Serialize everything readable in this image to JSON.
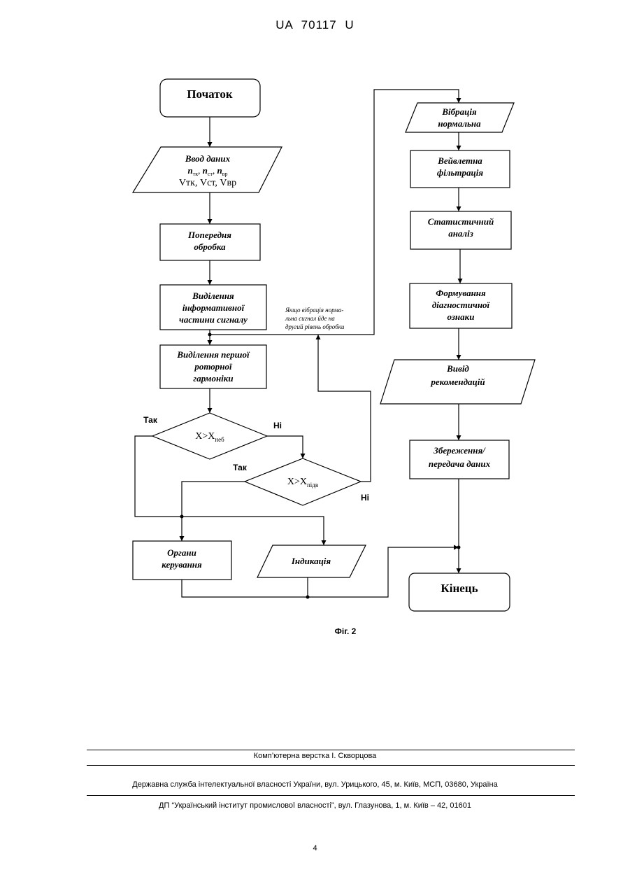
{
  "header": {
    "doc_number": "UA   70117   U"
  },
  "diagram": {
    "start": "Початок",
    "input": {
      "line1": "Ввод даних",
      "n_tk": "n",
      "n_tk_sub": "тк",
      "n_st": "n",
      "n_st_sub": "ст",
      "n_vr": "n",
      "n_vr_sub": "вр",
      "v_line": "Vтк, Vст, Vвр"
    },
    "preprocessing": [
      "Попередня",
      "обробка"
    ],
    "extract_info": [
      "Виділення",
      "інформативної",
      "частини сигналу"
    ],
    "extract_harmonic": [
      "Виділення першої",
      "роторної",
      "гармоніки"
    ],
    "decision1": {
      "main": "X>X",
      "sub": "неб",
      "yes": "Так",
      "no": "Ні"
    },
    "decision2": {
      "main": "X>X",
      "sub": "підв",
      "yes": "Так",
      "no": "Ні"
    },
    "note": [
      "Якщо вібрація норма-",
      "льна сигнал йде на",
      "другий рівень обробки"
    ],
    "controls": [
      "Органи",
      "керування"
    ],
    "indication": "Індикація",
    "vibration_normal": [
      "Вібрація",
      "нормальна"
    ],
    "wavelet": [
      "Вейвлетна",
      "фільтрація"
    ],
    "statistical": [
      "Статистичний",
      "аналіз"
    ],
    "diagnostic": [
      "Формування",
      "діагностичної",
      "ознаки"
    ],
    "recommendations": [
      "Вивід",
      "рекомендацій"
    ],
    "save": [
      "Збереження/",
      "передача даних"
    ],
    "end": "Кінець",
    "caption": "Фіг. 2"
  },
  "footer": {
    "typesetting": "Комп’ютерна верстка І. Скворцова",
    "agency": "Державна служба інтелектуальної власності України, вул. Урицького, 45, м. Київ, МСП, 03680, Україна",
    "institute": "ДП “Український інститут промислової власності”, вул. Глазунова, 1, м. Київ – 42, 01601"
  },
  "page_number": "4"
}
